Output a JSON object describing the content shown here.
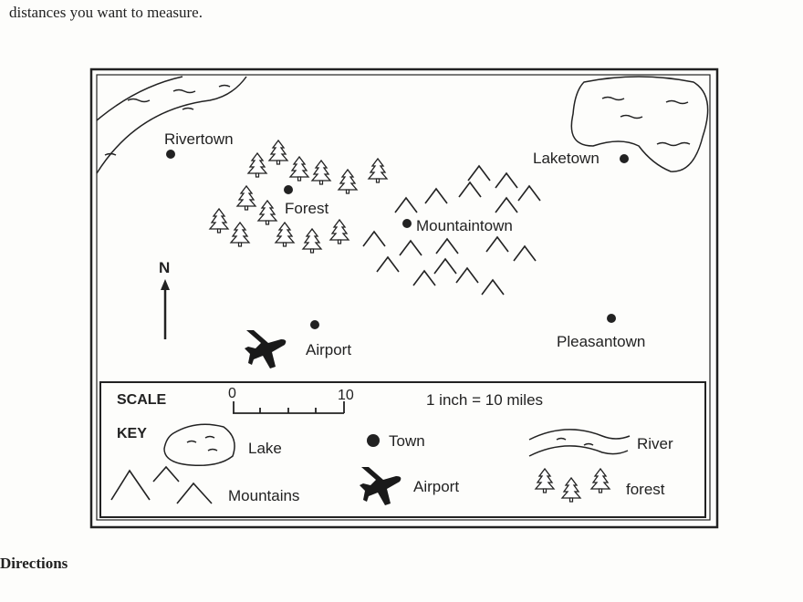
{
  "intro_text": "distances you want to measure.",
  "map": {
    "towns": [
      {
        "name": "Rivertown"
      },
      {
        "name": "Laketown"
      },
      {
        "name": "Forest"
      },
      {
        "name": "Mountaintown"
      },
      {
        "name": "Airport"
      },
      {
        "name": "Pleasantown"
      }
    ],
    "north_label": "N",
    "scale": {
      "label": "SCALE",
      "tick_start": "0",
      "tick_end": "10",
      "text": "1 inch = 10 miles"
    },
    "key": {
      "label": "KEY",
      "items": [
        "Lake",
        "Town",
        "River",
        "Mountains",
        "Airport",
        "forest"
      ]
    }
  },
  "section_heading": "Directions"
}
